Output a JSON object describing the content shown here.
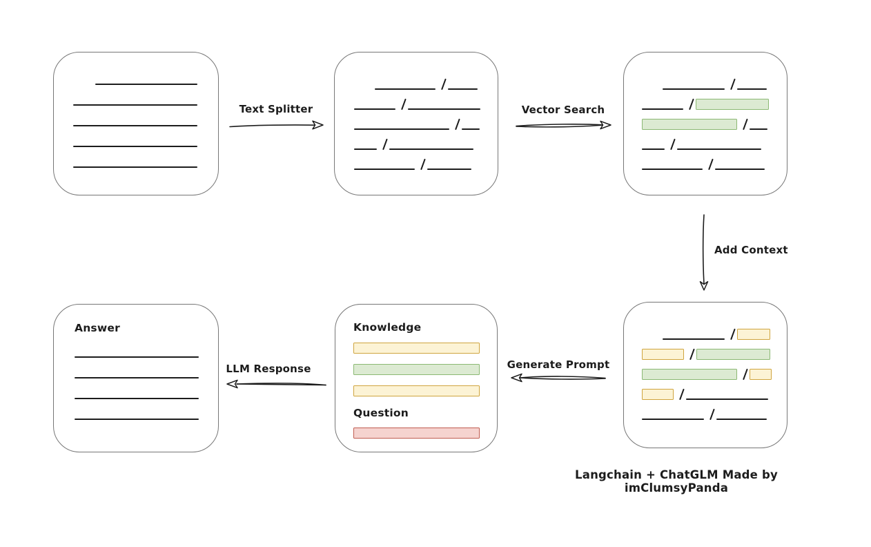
{
  "footer": {
    "credit": "Langchain + ChatGLM Made by imClumsyPanda"
  },
  "colors": {
    "ink": "#1c1c1c",
    "box_border": "#767676",
    "green_fill": "#dcead2",
    "green_border": "#8bb873",
    "yellow_fill": "#fcf3d5",
    "yellow_border": "#cfa43d",
    "red_fill": "#f5d3cf",
    "red_border": "#c05c50"
  },
  "arrows": {
    "text_splitter": {
      "label": "Text Splitter"
    },
    "vector_search": {
      "label": "Vector Search"
    },
    "add_context": {
      "label": "Add Context"
    },
    "generate_prompt": {
      "label": "Generate Prompt"
    },
    "llm_response": {
      "label": "LLM Response"
    }
  },
  "nodes": {
    "document": {
      "rows": [
        [
          {
            "t": "indent",
            "w": 32
          },
          {
            "t": "line",
            "w": 148
          }
        ],
        [
          {
            "t": "line",
            "w": 180
          }
        ],
        [
          {
            "t": "line",
            "w": 180
          }
        ],
        [
          {
            "t": "line",
            "w": 180
          }
        ],
        [
          {
            "t": "line",
            "w": 180
          }
        ]
      ]
    },
    "split_text": {
      "rows": [
        [
          {
            "t": "indent",
            "w": 30
          },
          {
            "t": "line",
            "w": 88
          },
          {
            "t": "slash"
          },
          {
            "t": "line",
            "w": 43
          }
        ],
        [
          {
            "t": "line",
            "w": 60
          },
          {
            "t": "slash"
          },
          {
            "t": "line",
            "w": 105
          }
        ],
        [
          {
            "t": "line",
            "w": 138
          },
          {
            "t": "slash"
          },
          {
            "t": "line",
            "w": 26
          }
        ],
        [
          {
            "t": "line",
            "w": 33
          },
          {
            "t": "slash"
          },
          {
            "t": "line",
            "w": 122
          }
        ],
        [
          {
            "t": "line",
            "w": 88
          },
          {
            "t": "slash"
          },
          {
            "t": "line",
            "w": 64
          }
        ]
      ]
    },
    "vector_result": {
      "rows": [
        [
          {
            "t": "indent",
            "w": 30
          },
          {
            "t": "line",
            "w": 90
          },
          {
            "t": "slash"
          },
          {
            "t": "line",
            "w": 43
          }
        ],
        [
          {
            "t": "line",
            "w": 60
          },
          {
            "t": "slash"
          },
          {
            "t": "green",
            "w": 106
          }
        ],
        [
          {
            "t": "green",
            "w": 138
          },
          {
            "t": "slash"
          },
          {
            "t": "line",
            "w": 26
          }
        ],
        [
          {
            "t": "line",
            "w": 33
          },
          {
            "t": "slash"
          },
          {
            "t": "line",
            "w": 122
          }
        ],
        [
          {
            "t": "line",
            "w": 88
          },
          {
            "t": "slash"
          },
          {
            "t": "line",
            "w": 72
          }
        ]
      ]
    },
    "context": {
      "rows": [
        [
          {
            "t": "indent",
            "w": 30
          },
          {
            "t": "line",
            "w": 90
          },
          {
            "t": "slash"
          },
          {
            "t": "yellow",
            "w": 48
          }
        ],
        [
          {
            "t": "yellow",
            "w": 61
          },
          {
            "t": "slash"
          },
          {
            "t": "green",
            "w": 107
          }
        ],
        [
          {
            "t": "green",
            "w": 138
          },
          {
            "t": "slash"
          },
          {
            "t": "yellow",
            "w": 32
          }
        ],
        [
          {
            "t": "yellow",
            "w": 46
          },
          {
            "t": "slash"
          },
          {
            "t": "line",
            "w": 119
          }
        ],
        [
          {
            "t": "line",
            "w": 90
          },
          {
            "t": "slash"
          },
          {
            "t": "line",
            "w": 73
          }
        ]
      ]
    },
    "prompt": {
      "knowledge_label": "Knowledge",
      "question_label": "Question",
      "knowledge_bars": [
        "yellow",
        "green",
        "yellow"
      ],
      "question_bars": [
        "red"
      ]
    },
    "answer": {
      "title": "Answer",
      "rows": [
        [
          {
            "t": "line",
            "w": 180
          }
        ],
        [
          {
            "t": "line",
            "w": 180
          }
        ],
        [
          {
            "t": "line",
            "w": 180
          }
        ],
        [
          {
            "t": "line",
            "w": 180
          }
        ]
      ]
    }
  }
}
